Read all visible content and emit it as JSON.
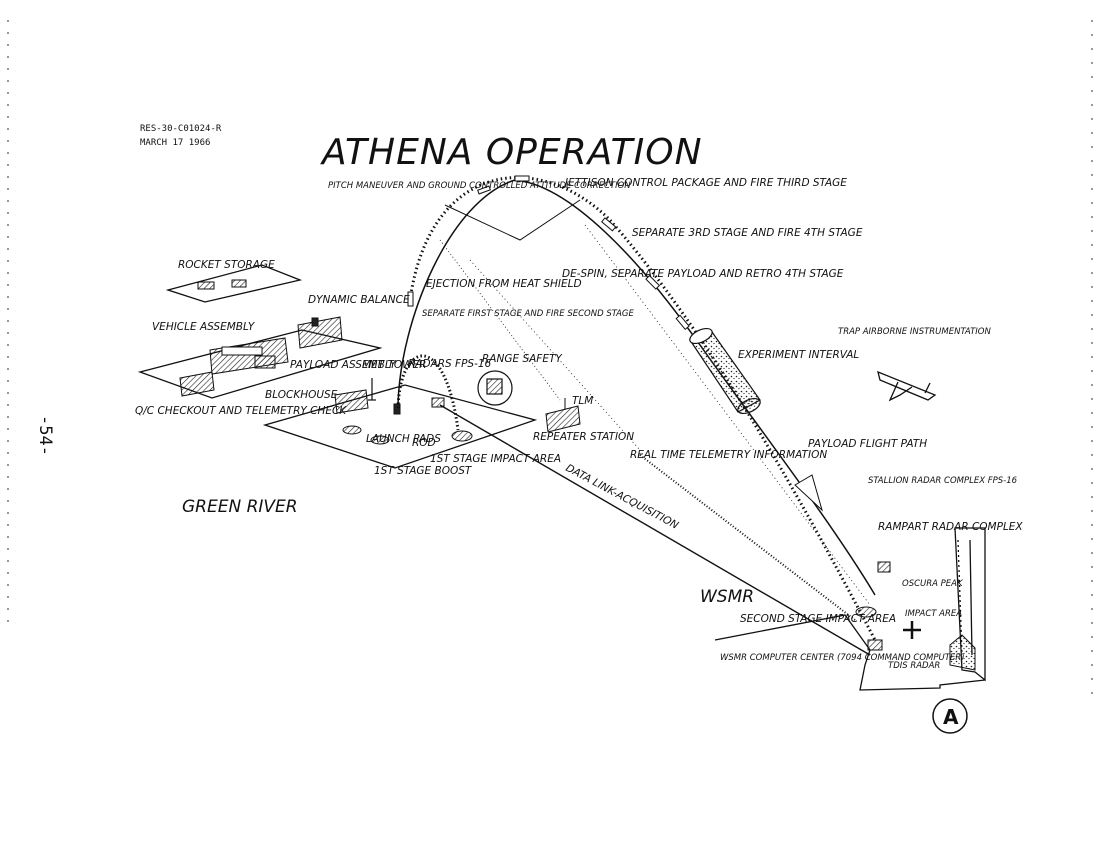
{
  "document": {
    "reference": "RES-30-C01024-R",
    "date": "MARCH 17 1966",
    "page_mark": "-54-"
  },
  "title": "ATHENA OPERATION",
  "sites": {
    "green_river": "GREEN RIVER",
    "wsmr": "WSMR"
  },
  "labels": {
    "rocket_storage": "ROCKET STORAGE",
    "dynamic_balance": "DYNAMIC BALANCE",
    "vehicle_assembly": "VEHICLE ASSEMBLY",
    "payload_assembly": "PAYLOAD ASSEMBLY",
    "met_tower": "MET TOWER",
    "blockhouse": "BLOCKHOUSE",
    "qc_checkout": "Q/C CHECKOUT AND TELEMETRY CHECK",
    "launch_pads": "LAUNCH PADS",
    "radars_fps16": "RADARS FPS-16",
    "range_safety": "RANGE SAFETY",
    "rod": "ROD",
    "first_stage_boost": "1ST STAGE BOOST",
    "first_stage_impact": "1ST STAGE IMPACT AREA",
    "tlm": "TLM",
    "repeater_station": "REPEATER STATION",
    "real_time_telemetry": "REAL TIME TELEMETRY INFORMATION",
    "data_link": "DATA LINK-ACQUISITION",
    "pitch_maneuver": "PITCH MANEUVER AND GROUND CONTROLLED ATTITUDE CORRECTION",
    "jettison_control": "JETTISON CONTROL PACKAGE AND FIRE THIRD STAGE",
    "separate_3rd": "SEPARATE 3RD STAGE AND FIRE 4TH STAGE",
    "de_spin": "DE-SPIN, SEPARATE PAYLOAD AND RETRO 4TH STAGE",
    "ejection_heat_shield": "EJECTION FROM HEAT SHIELD",
    "separate_first": "SEPARATE FIRST STAGE AND FIRE SECOND STAGE",
    "experiment_interval": "EXPERIMENT INTERVAL",
    "trap_airborne": "TRAP AIRBORNE INSTRUMENTATION",
    "payload_flight_path": "PAYLOAD FLIGHT PATH",
    "stallion_radar": "STALLION RADAR COMPLEX FPS-16",
    "rampart_radar": "RAMPART RADAR COMPLEX",
    "oscura_peak": "OSCURA PEAK",
    "impact_area": "IMPACT AREA",
    "second_stage_impact": "SECOND STAGE IMPACT AREA",
    "wsmr_computer": "WSMR COMPUTER CENTER (7094 COMMAND COMPUTER)",
    "tdis_radar": "TDIS RADAR"
  },
  "logo_letter": "A"
}
